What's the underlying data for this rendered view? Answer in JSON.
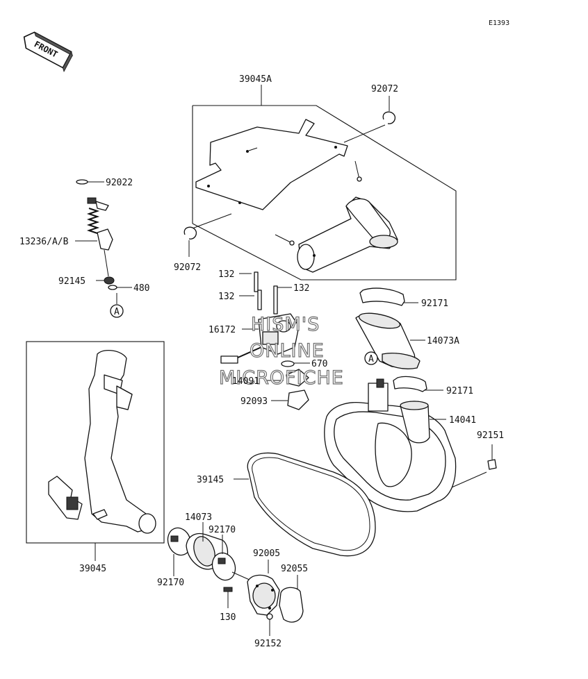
{
  "diagram_code": "E1393",
  "front_arrow_label": "FRONT",
  "watermark": [
    "HISM'S",
    "ONLINE",
    "MICROFICHE"
  ],
  "callouts": {
    "p39045A": "39045A",
    "p92072_top": "92072",
    "p92022": "92022",
    "p13236": "13236/A/B",
    "p92072_bottom": "92072",
    "p92145": "92145",
    "p480": "480",
    "ref_a_left": "A",
    "p132_a": "132",
    "p132_b": "132",
    "p132_c": "132",
    "p92171_top": "92171",
    "p16172": "16172",
    "p14073A": "14073A",
    "p670": "670",
    "ref_a_right": "A",
    "p14091": "14091",
    "p92171_bottom": "92171",
    "p92093": "92093",
    "p14041": "14041",
    "p92151": "92151",
    "p39145": "39145",
    "p14073": "14073",
    "p92170_top": "92170",
    "p92005": "92005",
    "p92055": "92055",
    "p39045": "39045",
    "p92170_bottom": "92170",
    "p130": "130",
    "p92152": "92152"
  }
}
